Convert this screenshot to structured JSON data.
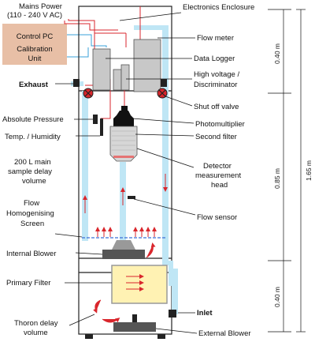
{
  "labels": {
    "mains_power": "Mains Power",
    "mains_power_range": "(110 - 240 V AC)",
    "control_pc": "Control PC",
    "calibration_unit": "Calibration",
    "calibration_unit_2": "Unit",
    "electronics_enclosure": "Electronics Enclosure",
    "flow_meter": "Flow meter",
    "data_logger": "Data Logger",
    "high_voltage": "High voltage /",
    "discriminator": "Discriminator",
    "exhaust": "Exhaust",
    "shut_off_valve": "Shut off valve",
    "absolute_pressure": "Absolute Pressure",
    "photomultiplier": "Photomultiplier",
    "temp_humidity": "Temp. / Humidity",
    "second_filter": "Second filter",
    "delay_volume_1": "200 L main",
    "delay_volume_2": "sample delay",
    "delay_volume_3": "volume",
    "detector_head_1": "Detector",
    "detector_head_2": "measurement",
    "detector_head_3": "head",
    "flow_screen_1": "Flow",
    "flow_screen_2": "Homogenising",
    "flow_screen_3": "Screen",
    "flow_sensor": "Flow sensor",
    "internal_blower": "Internal Blower",
    "primary_filter": "Primary Filter",
    "inlet": "Inlet",
    "thoron_delay_1": "Thoron delay",
    "thoron_delay_2": "volume",
    "external_blower": "External  Blower"
  },
  "dimensions": {
    "top": "0.40 m",
    "middle": "0.85 m",
    "bottom": "0.40 m",
    "total": "1.65 m"
  },
  "colors": {
    "duct": "#bfe6f5",
    "cable_red": "#d9262c",
    "cable_blue": "#3aa0d8",
    "pc_box": "#e8bfa6",
    "valve_red": "#d9262c",
    "electronics_gray": "#c8c8c8"
  }
}
